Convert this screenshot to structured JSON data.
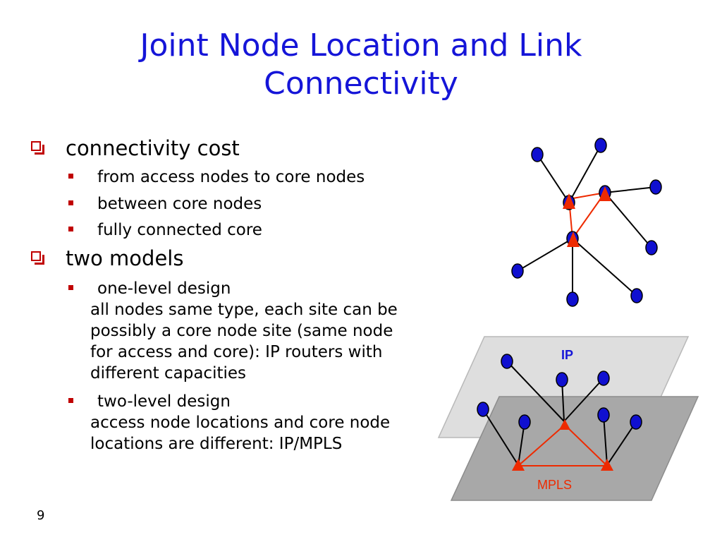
{
  "title": {
    "line1": "Joint Node Location and Link",
    "line2": "Connectivity"
  },
  "bullets": [
    {
      "text": "connectivity cost",
      "sub": [
        {
          "text": "from access nodes to core nodes"
        },
        {
          "text": "between core nodes"
        },
        {
          "text": "fully connected core"
        }
      ]
    },
    {
      "text": "two models",
      "sub": [
        {
          "text": "one-level design",
          "details": [
            "all nodes same type, each site can be",
            "possibly a core node site (same node",
            "for access and core): IP routers with",
            "different capacities"
          ]
        },
        {
          "text": "two-level design",
          "details": [
            "access node locations and core node",
            "locations are different: IP/MPLS"
          ]
        }
      ]
    }
  ],
  "diagram": {
    "ip_label": "IP",
    "mpls_label": "MPLS"
  },
  "page_number": "9",
  "colors": {
    "title": "#1515d8",
    "bullet_marker": "#c00000",
    "access_node": "#1010d0",
    "core_node": "#ee2a00",
    "core_link": "#ee2a00"
  }
}
